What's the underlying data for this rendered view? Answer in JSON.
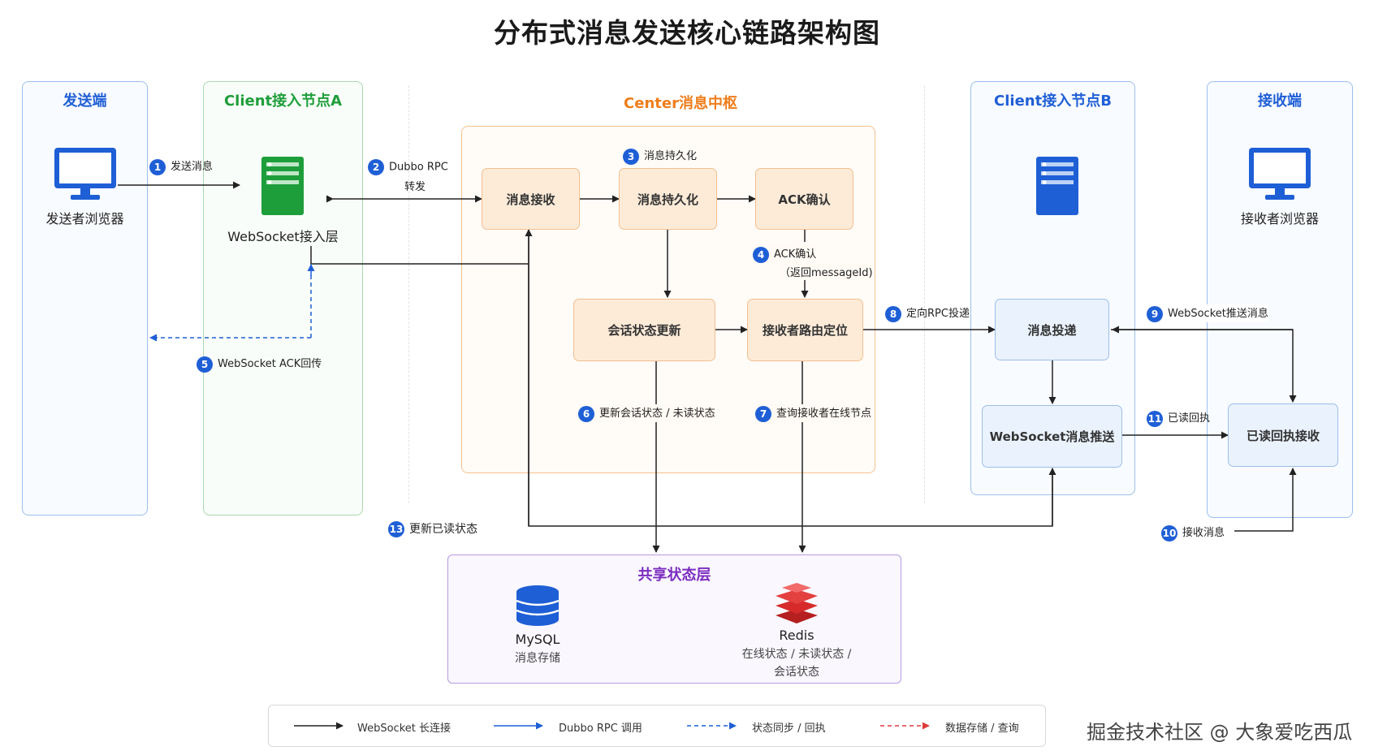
{
  "title": "分布式消息发送核心链路架构图",
  "sections": {
    "sender": "发送端",
    "client_a": "Client接入节点A",
    "center": "Center消息中枢",
    "client_b": "Client接入节点B",
    "receiver": "接收端",
    "shared": "共享状态层"
  },
  "components": {
    "sender_browser": "发送者浏览器",
    "ws_access": "WebSocket接入层",
    "receiver_browser": "接收者浏览器",
    "mysql": "MySQL",
    "mysql_sub": "消息存储",
    "redis": "Redis",
    "redis_sub1": "在线状态 / 未读状态 /",
    "redis_sub2": "会话状态"
  },
  "nodes": {
    "msg_receive": "消息接收",
    "msg_persist": "消息持久化",
    "ack_confirm": "ACK确认",
    "session_update": "会话状态更新",
    "route_locate": "接收者路由定位",
    "msg_deliver": "消息投递",
    "ws_push": "WebSocket消息推送",
    "read_receipt": "已读回执接收"
  },
  "steps": [
    {
      "num": "1",
      "text": "发送消息"
    },
    {
      "num": "2",
      "text": "Dubbo RPC",
      "text2": "转发"
    },
    {
      "num": "3",
      "text": "消息持久化"
    },
    {
      "num": "4",
      "text": "ACK确认",
      "text2": "（返回messageId)"
    },
    {
      "num": "5",
      "text": "WebSocket ACK回传"
    },
    {
      "num": "6",
      "text": "更新会话状态 / 未读状态"
    },
    {
      "num": "7",
      "text": "查询接收者在线节点"
    },
    {
      "num": "8",
      "text": "定向RPC投递"
    },
    {
      "num": "9",
      "text": "WebSocket推送消息"
    },
    {
      "num": "10",
      "text": "接收消息"
    },
    {
      "num": "11",
      "text": "已读回执"
    },
    {
      "num": "13",
      "text": "更新已读状态"
    }
  ],
  "legend": {
    "ws": "WebSocket 长连接",
    "rpc": "Dubbo RPC 调用",
    "sync": "状态同步 / 回执",
    "data": "数据存储 / 查询"
  },
  "watermark": "掘金技术社区 @ 大象爱吃西瓜",
  "colors": {
    "blue": "#1f5fd6",
    "green": "#1e9e3a",
    "orange": "#ee7d1b",
    "purple": "#7b2cbf",
    "red": "#e03a3a"
  },
  "icons": [
    "monitor-icon",
    "server-icon",
    "database-icon",
    "redis-icon"
  ]
}
